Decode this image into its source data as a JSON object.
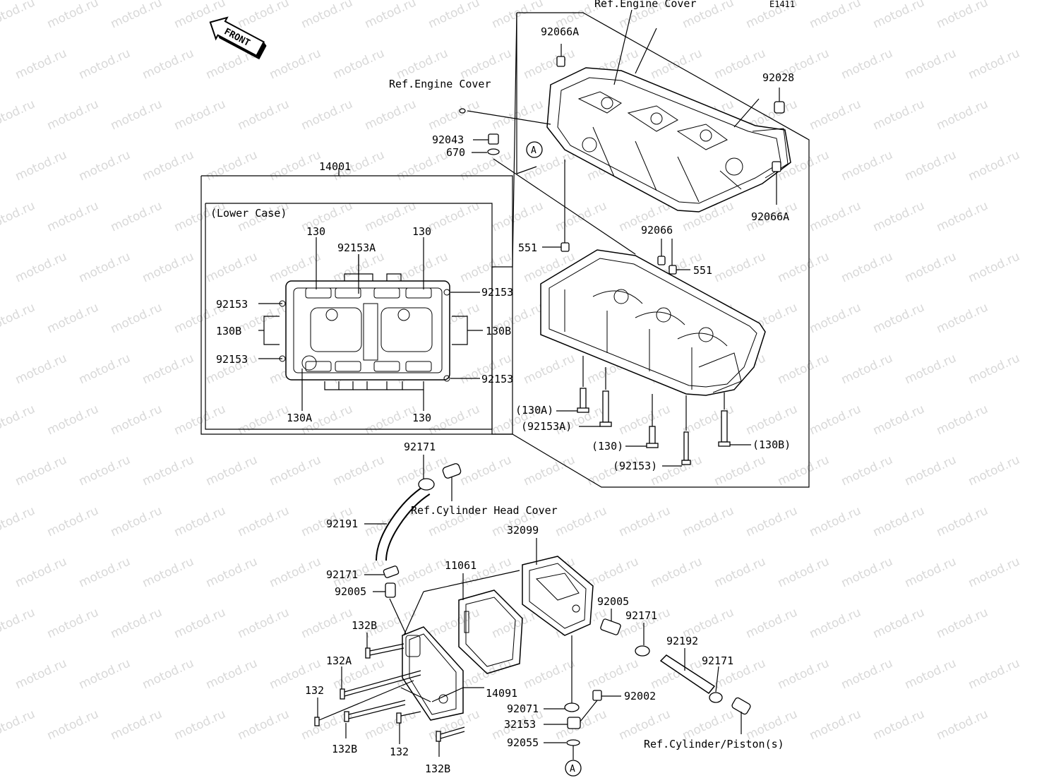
{
  "diagram_code": "E1411",
  "front_label": "FRONT",
  "watermark": "motod.ru",
  "marker_a": "A",
  "callouts": {
    "ref_engine_cover_top": "Ref.Engine Cover",
    "ref_engine_cover_left": "Ref.Engine Cover",
    "ref_cylinder_head_cover": "Ref.Cylinder Head Cover",
    "ref_cylinder_piston": "Ref.Cylinder/Piston(s)",
    "lower_case": "(Lower Case)"
  },
  "parts": {
    "p92066A_top": "92066A",
    "p92028": "92028",
    "p92066A_right": "92066A",
    "p92043": "92043",
    "p670": "670",
    "p14001": "14001",
    "p551_left": "551",
    "p92066": "92066",
    "p551_right": "551",
    "p130_tl": "130",
    "p130_tr": "130",
    "p92153A": "92153A",
    "p92153_l1": "92153",
    "p92153_r1": "92153",
    "p130B_l": "130B",
    "p130B_r": "130B",
    "p92153_l2": "92153",
    "p92153_r2": "92153",
    "p130A": "130A",
    "p130_b": "130",
    "p130A_paren": "(130A)",
    "p92153A_paren": "(92153A)",
    "p130_paren": "(130)",
    "p130B_paren": "(130B)",
    "p92153_paren": "(92153)",
    "p92171_top": "92171",
    "p92191": "92191",
    "p32099": "32099",
    "p92171_mid": "92171",
    "p11061": "11061",
    "p92005_left": "92005",
    "p92005_right": "92005",
    "p92171_r1": "92171",
    "p132B_1": "132B",
    "p92192": "92192",
    "p132A": "132A",
    "p92171_r2": "92171",
    "p132_l": "132",
    "p14091": "14091",
    "p92002": "92002",
    "p92071": "92071",
    "p32153": "32153",
    "p92055": "92055",
    "p132B_2": "132B",
    "p132_b": "132",
    "p132B_3": "132B"
  }
}
